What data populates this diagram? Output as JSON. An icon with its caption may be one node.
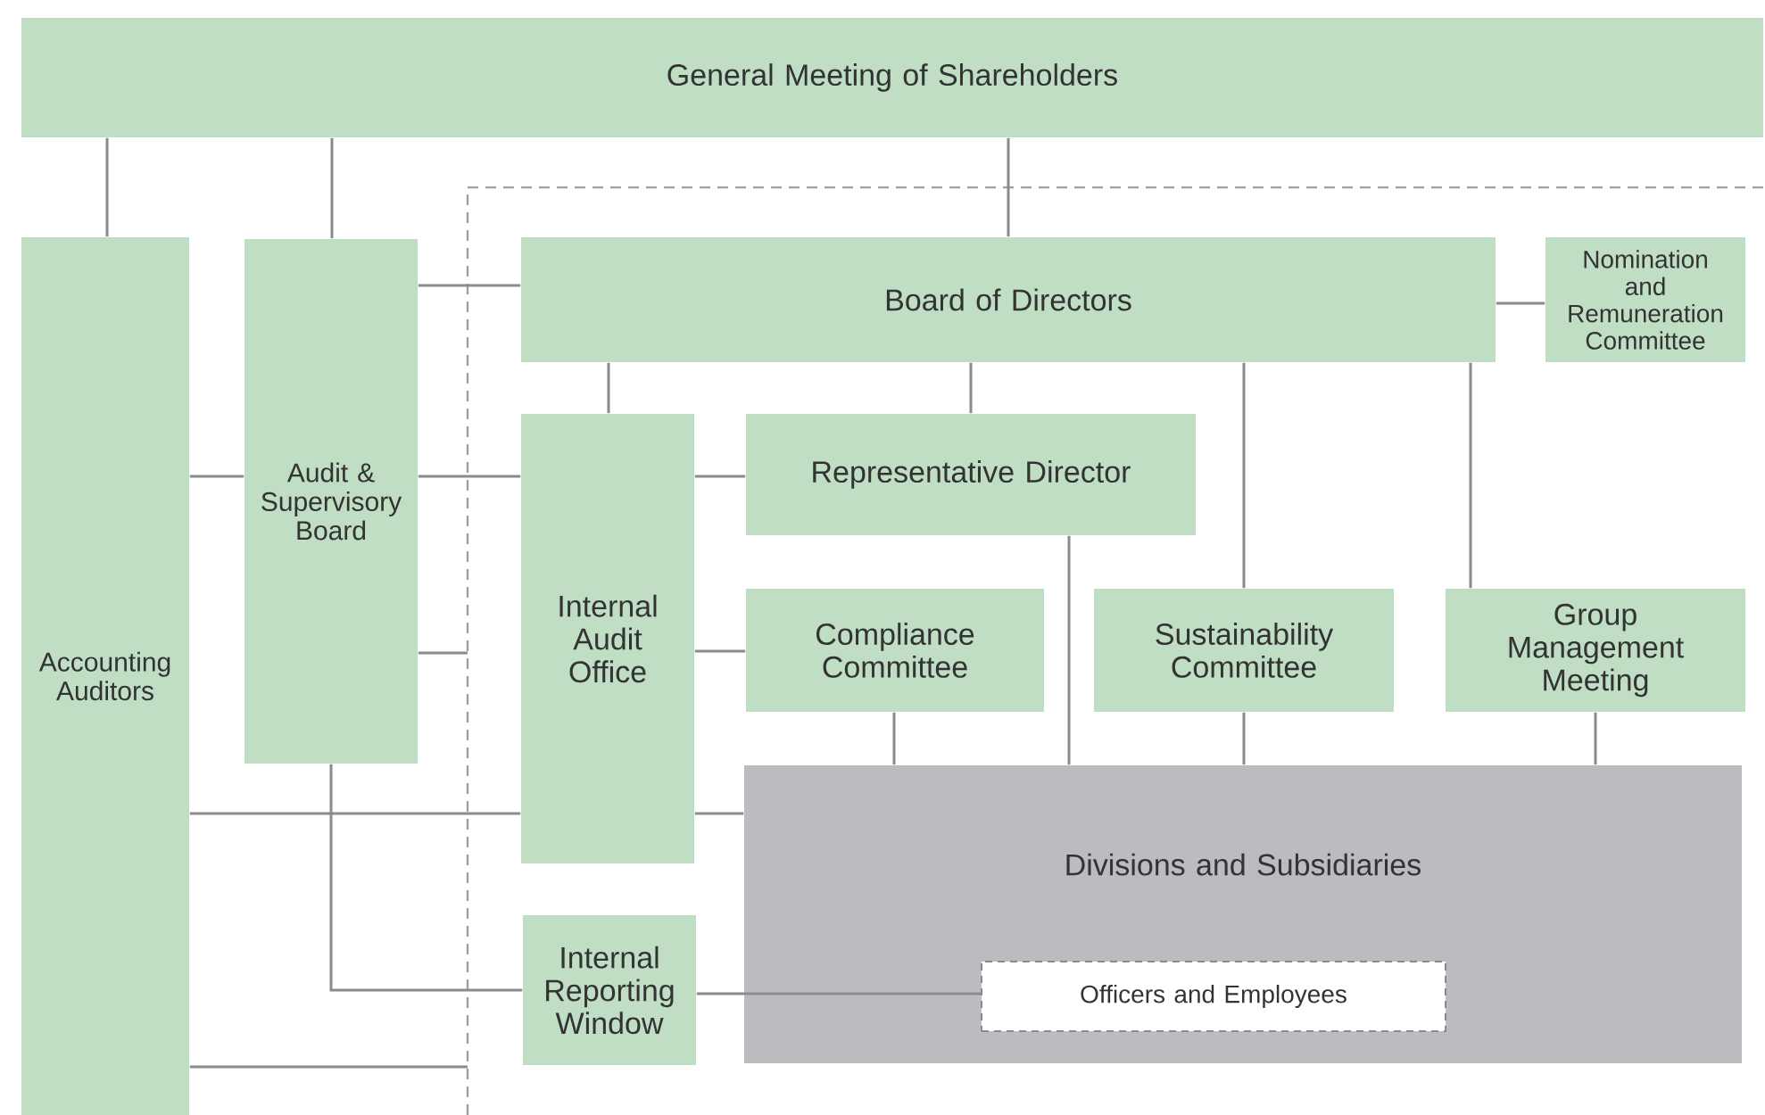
{
  "diagram": {
    "nodes": [
      {
        "text": [
          "General Meeting of Shareholders"
        ]
      },
      {
        "text": [
          "Accounting Auditors"
        ]
      },
      {
        "text": [
          "Audit & Supervisory Board"
        ]
      },
      {
        "text": [
          "Board of Directors"
        ]
      },
      {
        "text": [
          "Nomination and Remuneration Committee"
        ]
      },
      {
        "text": [
          "Internal Audit Office"
        ]
      },
      {
        "text": [
          "Representative Director"
        ]
      },
      {
        "text": [
          "Compliance Committee"
        ]
      },
      {
        "text": [
          "Sustainability Committee"
        ]
      },
      {
        "text": [
          "Group Management Meeting"
        ]
      },
      {
        "text": [
          "Divisions and Subsidiaries"
        ]
      },
      {
        "text": [
          "Internal Reporting Window"
        ]
      },
      {
        "text": [
          "Officers and Employees"
        ],
        "in": 10
      }
    ],
    "edges": [
      {
        "from": 0,
        "to": 1,
        "arrow": "none"
      },
      {
        "from": 0,
        "to": 2,
        "arrow": "none"
      },
      {
        "from": 0,
        "to": 3,
        "arrow": "none"
      },
      {
        "from": 2,
        "to": 3,
        "arrow": "none"
      },
      {
        "from": 3,
        "to": 4,
        "arrow": "none"
      },
      {
        "from": 1,
        "to": 2,
        "arrow": "none"
      },
      {
        "from": 2,
        "to": 5,
        "arrow": "none"
      },
      {
        "from": 3,
        "to": 5,
        "arrow": "none"
      },
      {
        "from": 3,
        "to": 6,
        "arrow": "none"
      },
      {
        "from": 3,
        "to": 8,
        "arrow": "none"
      },
      {
        "from": 3,
        "to": 9,
        "arrow": "none"
      },
      {
        "from": 5,
        "to": 6,
        "arrow": "none"
      },
      {
        "from": 5,
        "to": 7,
        "arrow": "none"
      },
      {
        "from": 1,
        "to": 5,
        "arrow": "none"
      },
      {
        "from": 5,
        "to": 10,
        "arrow": "none"
      },
      {
        "from": 6,
        "to": 10,
        "arrow": "none"
      },
      {
        "from": 7,
        "to": 10,
        "arrow": "none"
      },
      {
        "from": 8,
        "to": 10,
        "arrow": "none"
      },
      {
        "from": 9,
        "to": 10,
        "arrow": "none"
      },
      {
        "from": 2,
        "to": 11,
        "arrow": "none"
      },
      {
        "from": 11,
        "to": 12,
        "arrow": "none"
      },
      {
        "from": 2,
        "to": null,
        "arrow": "none"
      },
      {
        "from": 1,
        "to": null,
        "arrow": "none"
      }
    ]
  }
}
